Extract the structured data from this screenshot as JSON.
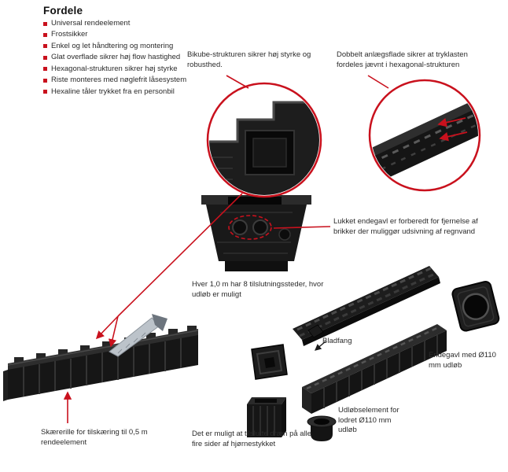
{
  "fordele": {
    "title": "Fordele",
    "items": [
      "Universal rendeelement",
      "Frostsikker",
      "Enkel og let håndtering og montering",
      "Glat overflade sikrer høj flow hastighed",
      "Hexagonal-strukturen sikrer høj styrke",
      "Riste monteres med nøglefrit låsesystem",
      "Hexaline tåler trykket fra en personbil"
    ]
  },
  "callouts": {
    "bikube": "Bikube-strukturen sikrer høj styrke og robusthed.",
    "dobbelt_anlaegsflade": "Dobbelt anlægsflade sikrer at tryklasten fordeles jævnt i hexagonal-strukturen",
    "lukket_endegavl": "Lukket endegavl er forberedt for fjernelse af brikker der muliggør udsivning af regnvand",
    "tilslutningssteder": "Hver 1,0 m har 8 tilslutningssteder, hvor udløb er muligt",
    "bladfang": "Bladfang",
    "endegavl_udloeb": "Endegavl med Ø110 mm udløb",
    "udloebselement": "Udløbselement for lodret Ø110 mm udløb",
    "hjoernestykke": "Det er muligt at tilslutte dræn på alle fire sider af hjørnestykket",
    "skaererille": "Skærerille for tilskæring til 0,5 m rendeelement"
  },
  "colors": {
    "accent": "#c9111d",
    "text": "#2b2b2b",
    "product": "#161616"
  }
}
